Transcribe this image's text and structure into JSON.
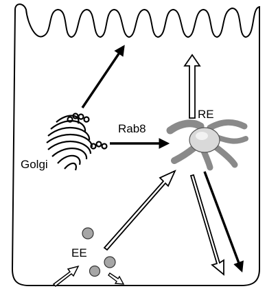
{
  "labels": {
    "golgi": "Golgi",
    "rab8": "Rab8",
    "re": "RE",
    "ee": "EE"
  },
  "colors": {
    "outline": "#000000",
    "recycling_endosome": "#8a8a8a",
    "recycling_endosome_core": "#d9d9d9",
    "early_endosome": "#a6a6a6",
    "background": "#ffffff"
  }
}
